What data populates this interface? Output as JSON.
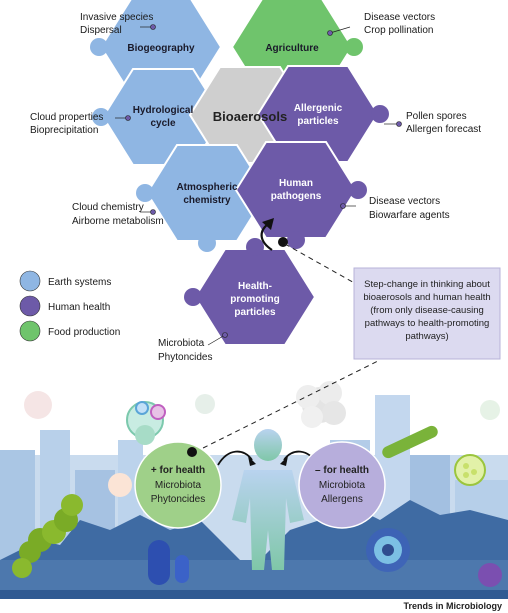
{
  "colors": {
    "earth": "#8fb6e3",
    "human": "#6d5aa8",
    "food": "#6fc46c",
    "center": "#cfcfcf",
    "callout": "#dcdaf0"
  },
  "pieces": {
    "biogeography": {
      "label": "Biogeography"
    },
    "agriculture": {
      "label": "Agriculture"
    },
    "hydrological": {
      "line1": "Hydrological",
      "line2": "cycle"
    },
    "center": {
      "label": "Bioaerosols"
    },
    "allergenic": {
      "line1": "Allergenic",
      "line2": "particles"
    },
    "atmospheric": {
      "line1": "Atmospheric",
      "line2": "chemistry"
    },
    "pathogens": {
      "line1": "Human",
      "line2": "pathogens"
    },
    "health_promoting": {
      "line1": "Health-",
      "line2": "promoting",
      "line3": "particles"
    }
  },
  "annotations": {
    "biogeography": [
      "Invasive species",
      "Dispersal"
    ],
    "agriculture": [
      "Disease vectors",
      "Crop pollination"
    ],
    "hydrological": [
      "Cloud properties",
      "Bioprecipitation"
    ],
    "allergenic": [
      "Pollen spores",
      "Allergen forecast"
    ],
    "atmospheric": [
      "Cloud chemistry",
      "Airborne metabolism"
    ],
    "pathogens": [
      "Disease vectors",
      "Biowarfare agents"
    ],
    "health_promoting": [
      "Microbiota",
      "Phytoncides"
    ]
  },
  "legend": [
    {
      "label": "Earth systems",
      "color": "#8fb6e3"
    },
    {
      "label": "Human health",
      "color": "#6d5aa8"
    },
    {
      "label": "Food production",
      "color": "#6fc46c"
    }
  ],
  "callout": {
    "lines": [
      "Step-change in thinking about",
      "bioaerosols and human health",
      "(from only disease-causing",
      "pathways to health-promoting",
      "pathways)"
    ]
  },
  "plus_circle": {
    "title": "+ for health",
    "line1": "Microbiota",
    "line2": "Phytoncides"
  },
  "minus_circle": {
    "title": "– for health",
    "line1": "Microbiota",
    "line2": "Allergens"
  },
  "footer": {
    "brand": "Trends in Microbiology"
  }
}
